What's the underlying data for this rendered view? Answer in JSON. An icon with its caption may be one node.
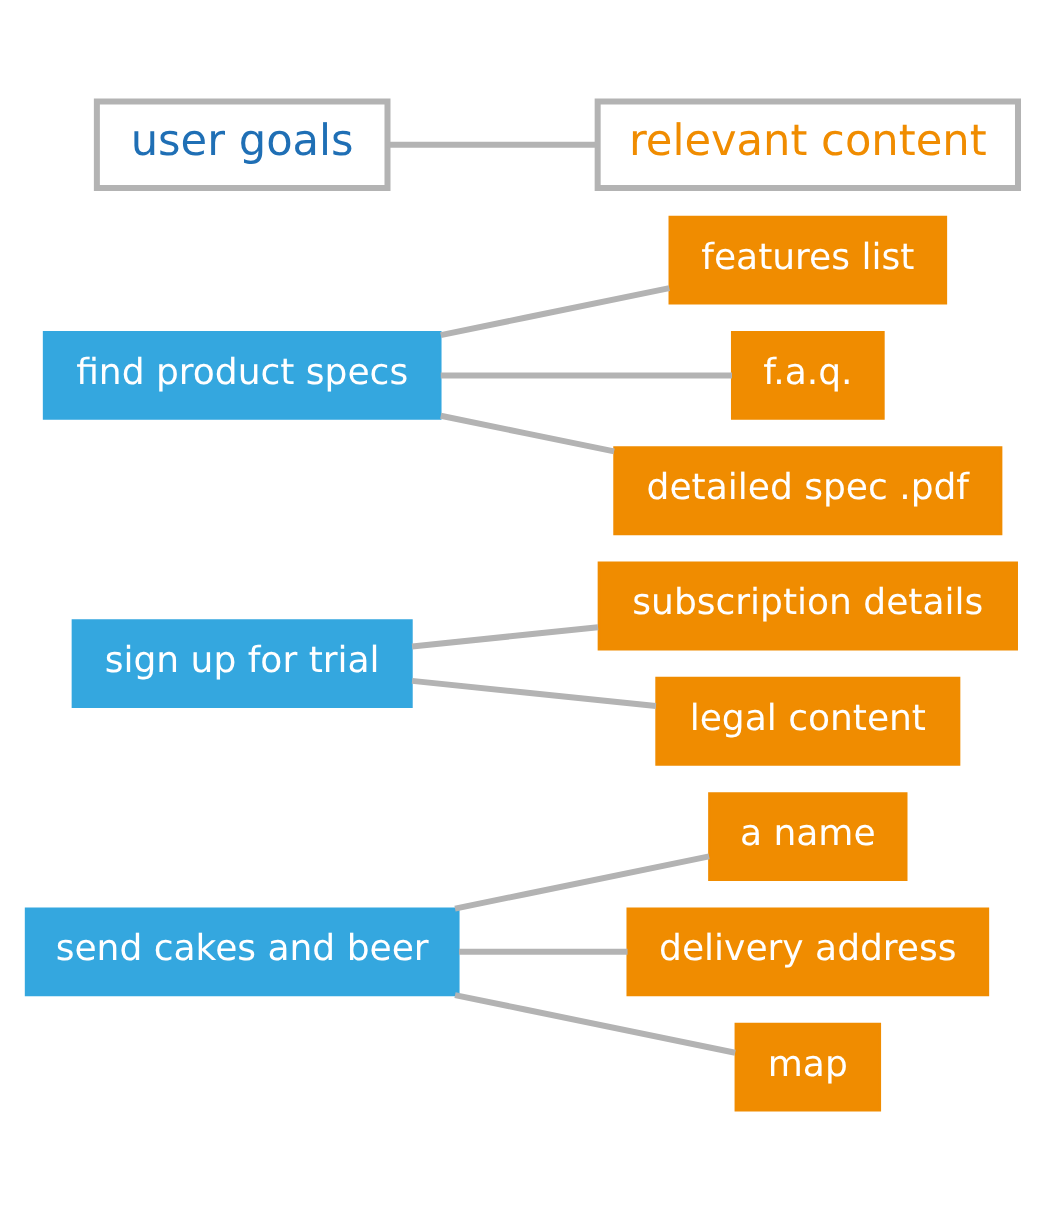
{
  "diagram": {
    "nodes": [
      {
        "text": [
          "user goals"
        ]
      },
      {
        "text": [
          "relevant content"
        ]
      },
      {
        "text": [
          "find product specs"
        ]
      },
      {
        "text": [
          "features list"
        ]
      },
      {
        "text": [
          "f.a.q."
        ]
      },
      {
        "text": [
          "detailed spec .pdf"
        ]
      },
      {
        "text": [
          "sign up for trial"
        ]
      },
      {
        "text": [
          "subscription details"
        ]
      },
      {
        "text": [
          "legal content"
        ]
      },
      {
        "text": [
          "send cakes and beer"
        ]
      },
      {
        "text": [
          "a name"
        ]
      },
      {
        "text": [
          "delivery address"
        ]
      },
      {
        "text": [
          "map"
        ]
      }
    ],
    "edges": [
      {
        "from": 0,
        "to": 1,
        "arrow": "none"
      },
      {
        "from": 2,
        "to": 3,
        "arrow": "none"
      },
      {
        "from": 2,
        "to": 4,
        "arrow": "none"
      },
      {
        "from": 2,
        "to": 5,
        "arrow": "none"
      },
      {
        "from": 6,
        "to": 7,
        "arrow": "none"
      },
      {
        "from": 6,
        "to": 8,
        "arrow": "none"
      },
      {
        "from": 9,
        "to": 10,
        "arrow": "none"
      },
      {
        "from": 9,
        "to": 11,
        "arrow": "none"
      },
      {
        "from": 9,
        "to": 12,
        "arrow": "none"
      }
    ]
  }
}
